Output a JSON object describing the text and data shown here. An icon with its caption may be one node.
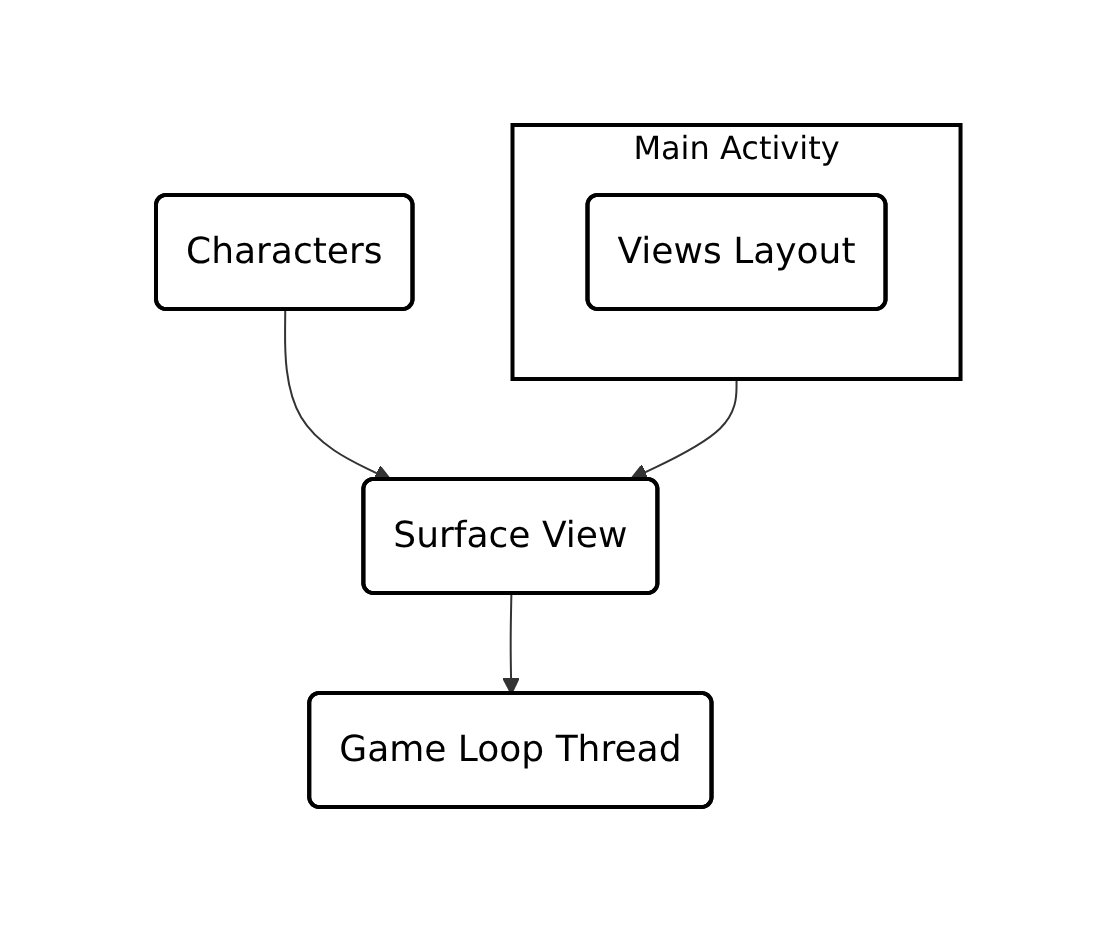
{
  "diagram": {
    "nodes": [
      {
        "text": [
          "Main Activity"
        ]
      },
      {
        "text": [
          "Views Layout"
        ],
        "in": 0
      },
      {
        "text": [
          "Surface View"
        ]
      },
      {
        "text": [
          "Characters"
        ]
      },
      {
        "text": [
          "Game Loop Thread"
        ]
      }
    ],
    "edges": [
      {
        "from": 0,
        "to": 2,
        "arrow": "to"
      },
      {
        "from": 3,
        "to": 2,
        "arrow": "to"
      },
      {
        "from": 2,
        "to": 4,
        "arrow": "to"
      }
    ]
  }
}
